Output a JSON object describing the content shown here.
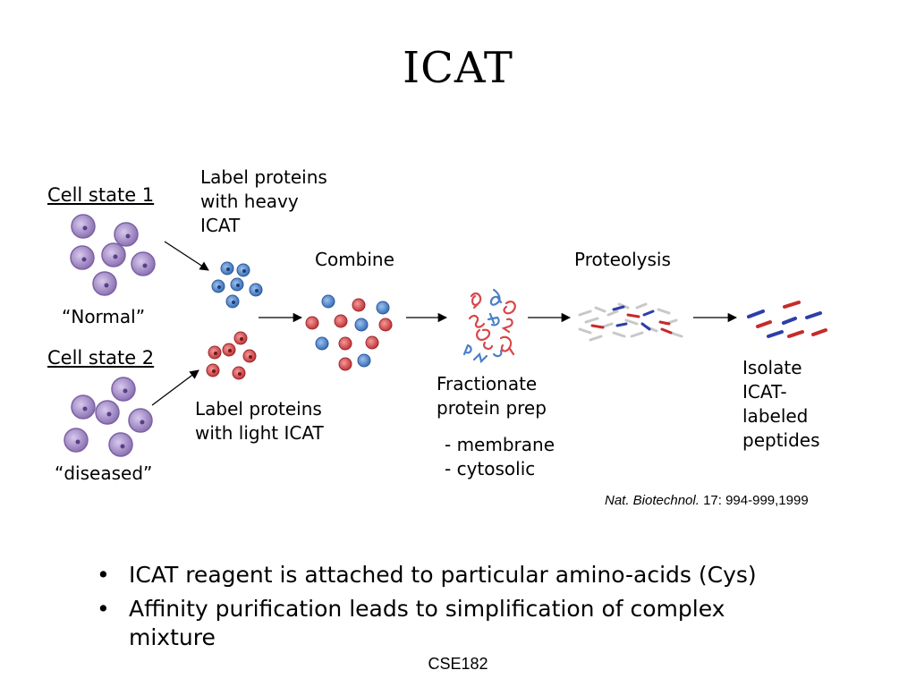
{
  "slide": {
    "title": "ICAT",
    "labels": {
      "cell_state_1": "Cell state 1",
      "cell_state_2": "Cell state 2",
      "normal": "“Normal”",
      "diseased": "“diseased”",
      "label_heavy": [
        "Label proteins",
        "with heavy",
        "ICAT"
      ],
      "label_light": [
        "Label proteins",
        "with light ICAT"
      ],
      "combine": "Combine",
      "proteolysis": "Proteolysis",
      "fractionate": [
        "Fractionate",
        "protein prep"
      ],
      "fraction_types": [
        "- membrane",
        "- cytosolic"
      ],
      "isolate": [
        "Isolate",
        "ICAT-",
        "labeled",
        "peptides"
      ]
    },
    "citation": {
      "journal": "Nat. Biotechnol.",
      "ref": " 17: 994-999,1999"
    },
    "bullets": [
      "ICAT reagent is attached to particular amino-acids (Cys)",
      "Affinity purification leads to simplification of complex mixture"
    ],
    "bullet_symbol": "•",
    "footer": "CSE182"
  },
  "colors": {
    "cell_purple": "#a48cc6",
    "blue_protein": "#4a7fc8",
    "red_protein": "#d8474a",
    "peptide_blue": "#2d3ea8",
    "peptide_red": "#c62a2a",
    "peptide_gray": "#c8c8c8"
  }
}
